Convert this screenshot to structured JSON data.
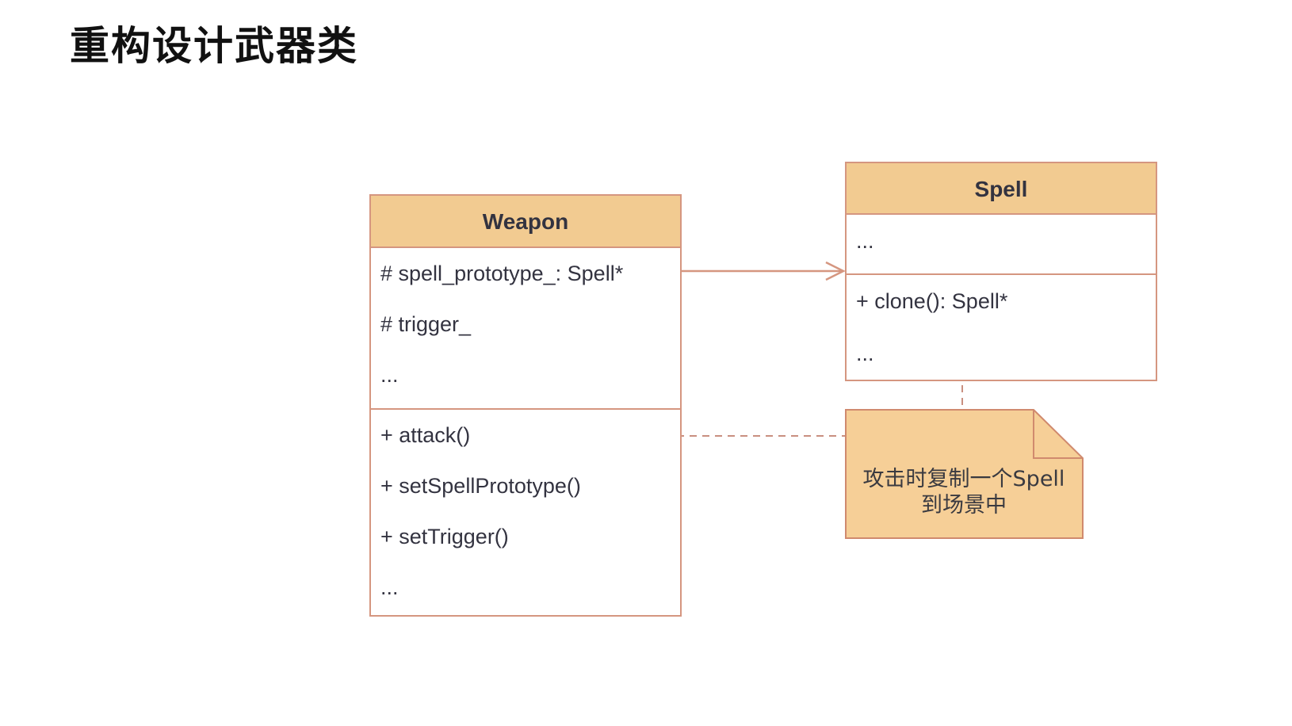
{
  "page_title": "重构设计武器类",
  "colors": {
    "header_fill": "#f2cb91",
    "border": "#d59680",
    "note_fill": "#f6cf97",
    "text": "#333340"
  },
  "weapon": {
    "name": "Weapon",
    "attributes": [
      "# spell_prototype_: Spell*",
      "# trigger_",
      "..."
    ],
    "operations": [
      "+ attack()",
      "+ setSpellPrototype()",
      "+ setTrigger()",
      "..."
    ]
  },
  "spell": {
    "name": "Spell",
    "attributes": [
      "..."
    ],
    "operations": [
      "+ clone(): Spell*",
      "..."
    ]
  },
  "note": {
    "line1": "攻击时复制一个Spell",
    "line2": "到场景中"
  },
  "relations": [
    {
      "type": "association",
      "from": "Weapon.spell_prototype_",
      "to": "Spell"
    },
    {
      "type": "note-link",
      "from": "Weapon.attack",
      "to": "note"
    },
    {
      "type": "note-link",
      "from": "Spell.clone",
      "to": "note"
    }
  ]
}
